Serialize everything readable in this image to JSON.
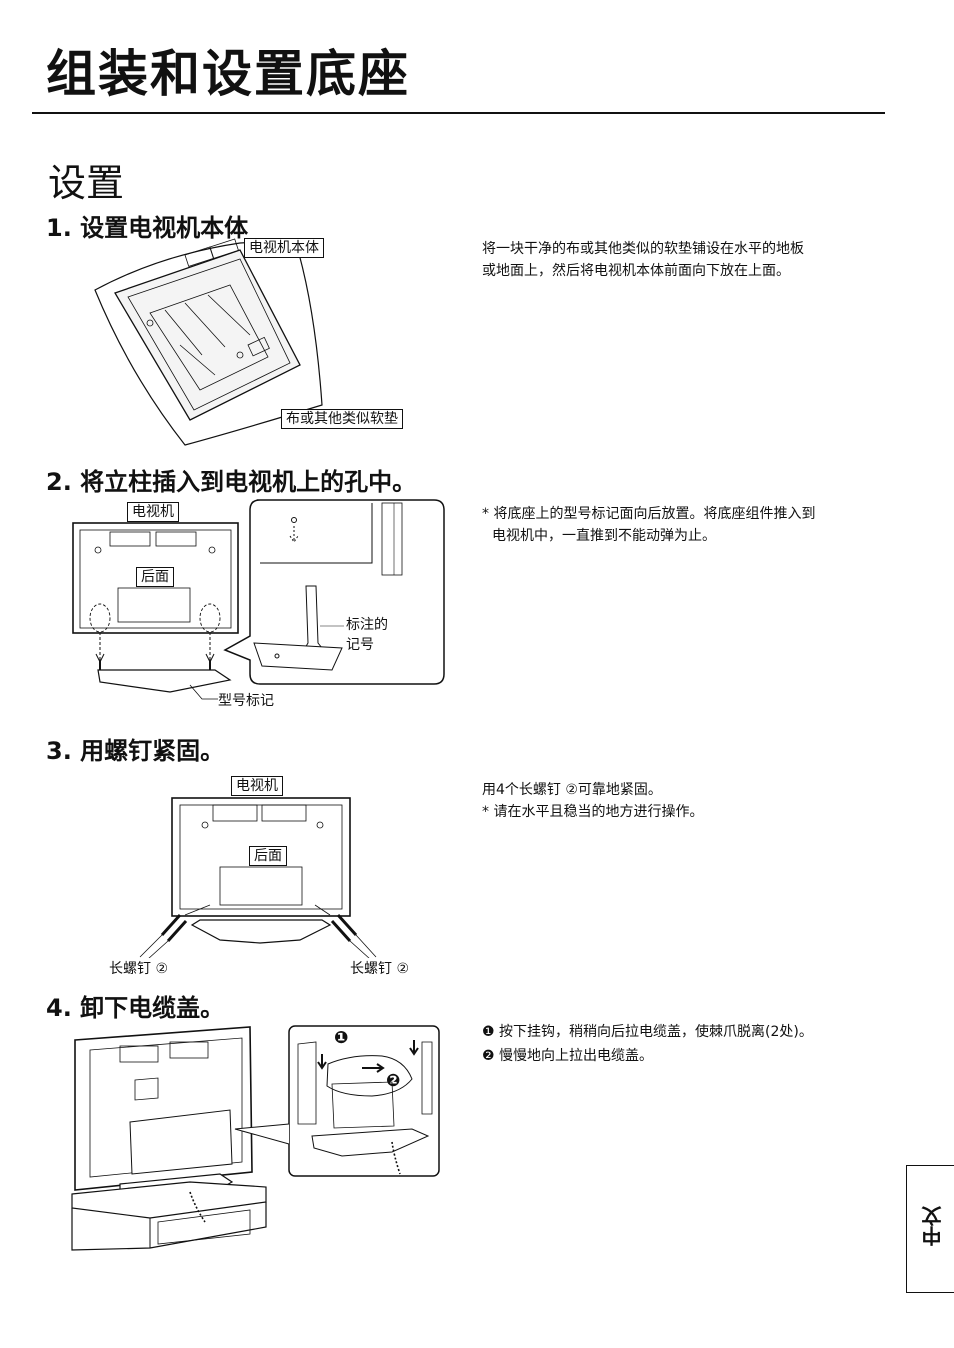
{
  "page": {
    "title": "组装和设置底座",
    "section": "设置"
  },
  "step1": {
    "heading": "1. 设置电视机本体",
    "label_tv_body": "电视机本体",
    "label_cloth": "布或其他类似软垫",
    "desc": [
      "将一块干净的布或其他类似的软垫铺设在水平的地板",
      "或地面上，然后将电视机本体前面向下放在上面。"
    ]
  },
  "step2": {
    "heading": "2. 将立柱插入到电视机上的孔中。",
    "label_tv": "电视机",
    "label_rear": "后面",
    "label_model_mark": "型号标记",
    "label_marked": [
      "标注的",
      "记号"
    ],
    "desc": [
      "* 将底座上的型号标记面向后放置。将底座组件推入到",
      "电视机中，一直推到不能动弹为止。"
    ]
  },
  "step3": {
    "heading": "3. 用螺钉紧固。",
    "label_tv": "电视机",
    "label_rear": "后面",
    "label_screw_left": "长螺钉 ②",
    "label_screw_right": "长螺钉 ②",
    "desc": [
      "用4个长螺钉 ②可靠地紧固。",
      "* 请在水平且稳当的地方进行操作。"
    ]
  },
  "step4": {
    "heading": "4. 卸下电缆盖。",
    "callout_1": "❶",
    "callout_2": "❷",
    "desc": [
      "❶ 按下挂钩，稍稍向后拉电缆盖，使棘爪脱离(2处)。",
      "❷ 慢慢地向上拉出电缆盖。"
    ]
  },
  "language_tab": "中文"
}
